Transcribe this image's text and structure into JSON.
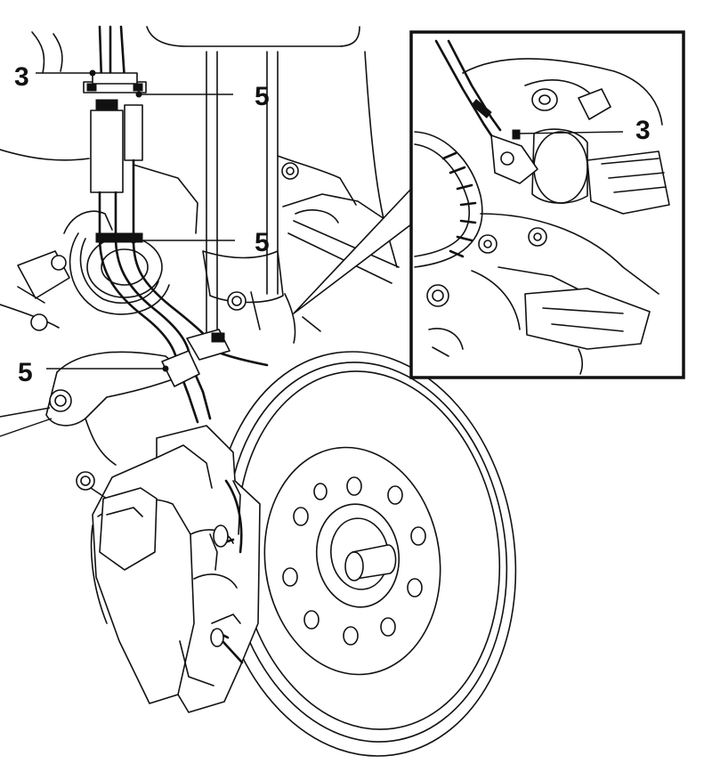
{
  "callouts": {
    "left_top": "3",
    "left_upper": "5",
    "center": "5",
    "left_lower": "5",
    "inset": "3"
  },
  "colors": {
    "ink": "#111111",
    "paper": "#ffffff"
  }
}
